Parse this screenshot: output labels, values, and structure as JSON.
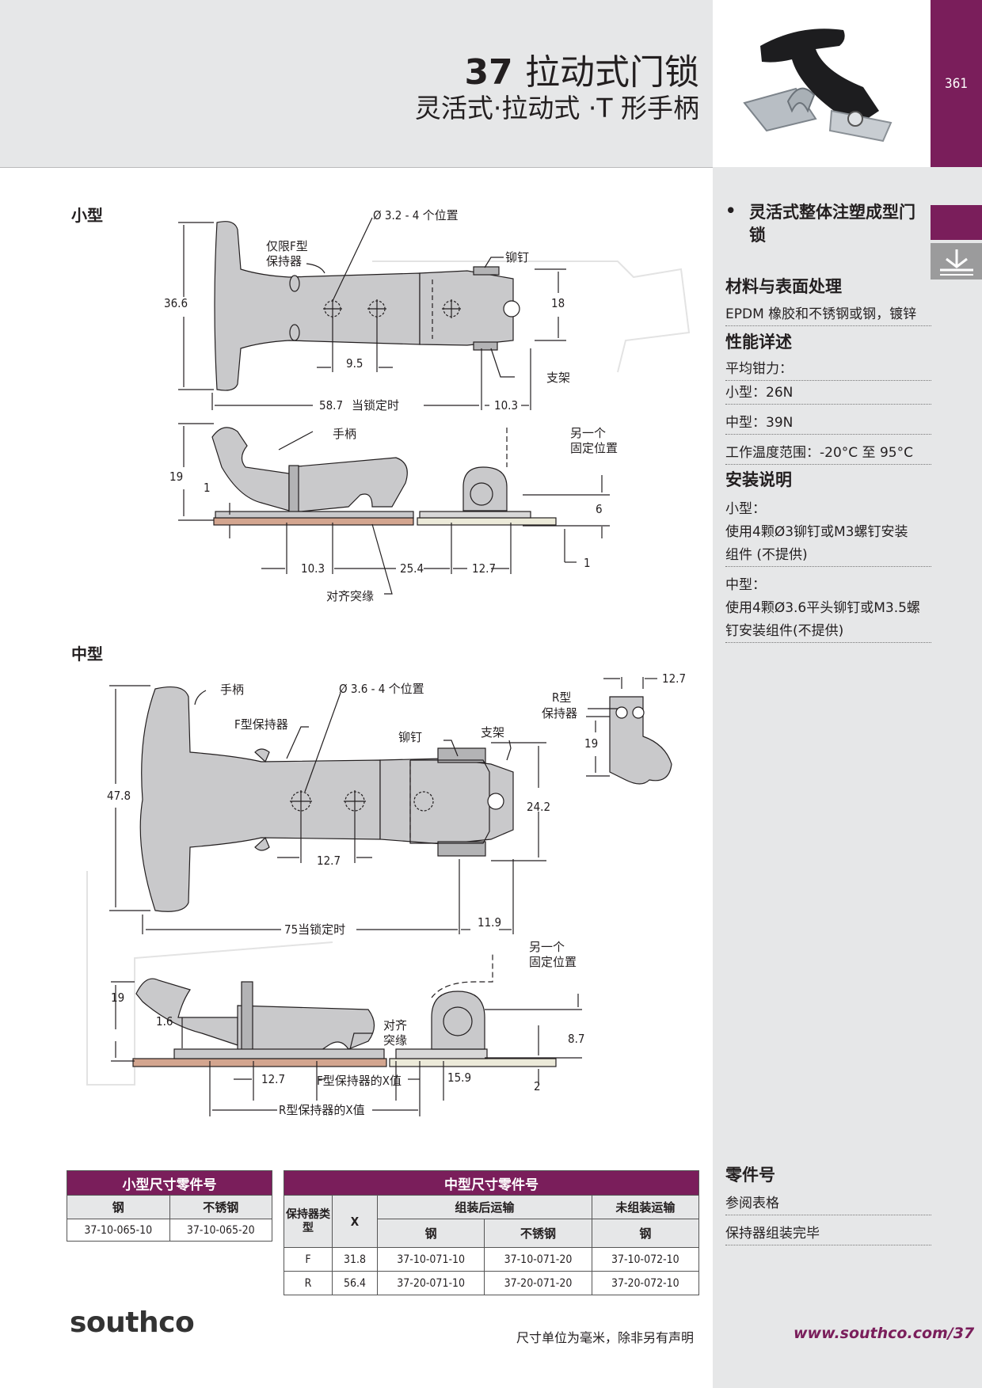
{
  "header": {
    "title_number": "37",
    "title_text": "拉动式门锁",
    "subtitle": "灵活式·拉动式 ·T 形手柄",
    "page_number": "361"
  },
  "sidebar": {
    "feature": "灵活式整体注塑成型门锁",
    "material_heading": "材料与表面处理",
    "material": "EPDM 橡胶和不锈钢或钢，镀锌",
    "performance_heading": "性能详述",
    "perf_rows": [
      "平均钳力：",
      "小型：26N",
      "中型：39N",
      "工作温度范围：-20°C 至 95°C"
    ],
    "install_heading": "安装说明",
    "install_small_label": "小型：",
    "install_small": [
      "使用4颗Ø3铆钉或M3螺钉安装",
      "组件 (不提供)"
    ],
    "install_medium_label": "中型：",
    "install_medium": [
      "使用4颗Ø3.6平头铆钉或M3.5螺",
      "钉安装组件(不提供)"
    ],
    "parts_heading": "零件号",
    "parts_rows": [
      "参阅表格",
      "保持器组装完毕"
    ]
  },
  "sections": {
    "small": "小型",
    "medium": "中型"
  },
  "small_drawing": {
    "hole_note": "Ø 3.2 - 4 个位置",
    "retainer_note_1": "仅限F型",
    "retainer_note_2": "保持器",
    "rivet": "铆钉",
    "bracket": "支架",
    "handle": "手柄",
    "alt_pos_1": "另一个",
    "alt_pos_2": "固定位置",
    "align_flange": "对齐突缘",
    "locked": "当锁定时",
    "dims": {
      "height": "36.6",
      "width": "18",
      "pitch": "9.5",
      "length": "58.7",
      "offset": "10.3",
      "side_h": "19",
      "gap": "1",
      "six": "6",
      "one_b": "1",
      "d1": "10.3",
      "d2": "25.4",
      "d3": "12.7"
    }
  },
  "medium_drawing": {
    "handle": "手柄",
    "hole_note": "Ø 3.6 - 4 个位置",
    "f_retainer": "F型保持器",
    "rivet": "铆钉",
    "bracket": "支架",
    "r_retainer_1": "R型",
    "r_retainer_2": "保持器",
    "alt_pos_1": "另一个",
    "alt_pos_2": "固定位置",
    "align_1": "对齐",
    "align_2": "突缘",
    "length": "75当锁定时",
    "f_x": "F型保持器的X值",
    "r_x": "R型保持器的X值",
    "dims": {
      "height": "47.8",
      "width": "24.2",
      "pitch": "12.7",
      "offset": "11.9",
      "side_h": "19",
      "gap": "1.6",
      "h87": "8.7",
      "two": "2",
      "d1": "12.7",
      "d2": "15.9",
      "r_w": "12.7",
      "r_h": "19"
    }
  },
  "small_table": {
    "title": "小型尺寸零件号",
    "headers": [
      "钢",
      "不锈钢"
    ],
    "row": [
      "37-10-065-10",
      "37-10-065-20"
    ]
  },
  "medium_table": {
    "title": "中型尺寸零件号",
    "col_type": "保持器类型",
    "col_x": "X",
    "group_assembled": "组装后运输",
    "group_unassembled": "未组装运输",
    "sub_steel": "钢",
    "sub_stainless": "不锈钢",
    "sub_steel2": "钢",
    "rows": [
      [
        "F",
        "31.8",
        "37-10-071-10",
        "37-10-071-20",
        "37-10-072-10"
      ],
      [
        "R",
        "56.4",
        "37-20-071-10",
        "37-20-071-20",
        "37-20-072-10"
      ]
    ]
  },
  "footer": {
    "logo": "southco",
    "note": "尺寸单位为毫米，除非另有声明",
    "url": "www.southco.com/37"
  },
  "colors": {
    "accent": "#7a1e5b",
    "panel": "#e6e7e8",
    "part_fill": "#c9c9cb",
    "copper": "#d3a58f",
    "cream": "#ecead9"
  }
}
